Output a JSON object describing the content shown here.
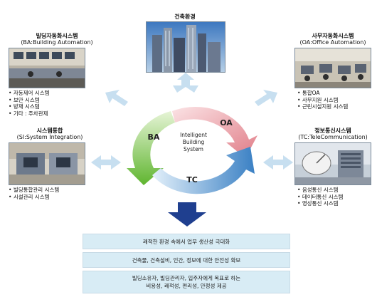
{
  "top": {
    "title": "건축환경"
  },
  "ba": {
    "title": "빌딩자동화시스템",
    "subtitle": "(BA:Building Automation)",
    "items": [
      "자동제어 시스템",
      "보안 시스템",
      "방재 시스템",
      "기타 : 주차관제"
    ]
  },
  "oa": {
    "title": "사무자동화시스템",
    "subtitle": "(OA:Office Automation)",
    "items": [
      "통합OA",
      "사무지원 시스템",
      "근린시설지원 시스템"
    ]
  },
  "si": {
    "title": "시스템통합",
    "subtitle": "(SI:System Integration)",
    "items": [
      "빌딩통합관리 시스템",
      "시설관리 시스템"
    ]
  },
  "tc": {
    "title": "정보통신시스템",
    "subtitle": "(TC:TeleCommunication)",
    "items": [
      "음성통신 시스템",
      "데이터통신 시스템",
      "영상통신 시스템"
    ]
  },
  "cycle": {
    "ba_label": "BA",
    "oa_label": "OA",
    "tc_label": "TC",
    "center_line1": "Intelligent",
    "center_line2": "Building",
    "center_line3": "System",
    "colors": {
      "ba": "#6cbf3a",
      "oa": "#e8a0a8",
      "tc": "#4a8cc8",
      "connector": "#c7dff0",
      "down_arrow": "#1f3f8f"
    }
  },
  "goals": {
    "box1": "쾌적한 환경 속에서 업무 생산성 극대화",
    "box2": "건축물, 건축설비, 인간, 정보에 대한 안전성 확보",
    "box3_line1": "빌딩소유자, 빌딩관리자, 입주자에게 목표로 하는",
    "box3_line2": "비용성, 쾌적성, 편리성, 안정성 제공"
  }
}
